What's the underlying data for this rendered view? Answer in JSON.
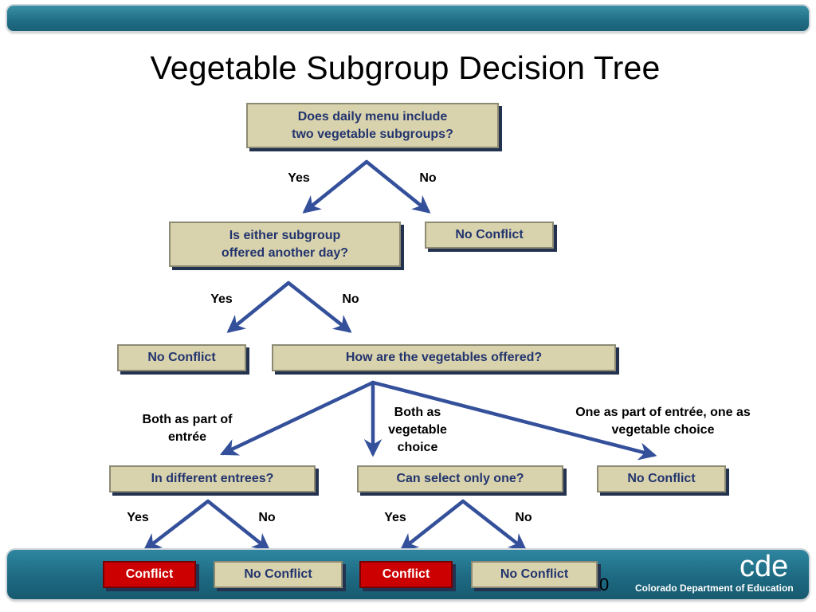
{
  "header": {
    "title": "Vegetable Subgroup Decision Tree"
  },
  "nodes": {
    "q1": "Does daily menu include\ntwo vegetable subgroups?",
    "q2": "Is either subgroup\noffered another day?",
    "no_conflict_1": "No Conflict",
    "no_conflict_2": "No Conflict",
    "q3": "How are the vegetables offered?",
    "q4": "In different entrees?",
    "q5": "Can select only one?",
    "no_conflict_3": "No Conflict",
    "conflict_1": "Conflict",
    "no_conflict_4": "No Conflict",
    "conflict_2": "Conflict",
    "no_conflict_5": "No Conflict"
  },
  "edge_labels": {
    "q1_yes": "Yes",
    "q1_no": "No",
    "q2_yes": "Yes",
    "q2_no": "No",
    "q3_entree": "Both as part of\nentrée",
    "q3_vegetable": "Both as\nvegetable\nchoice",
    "q3_mixed": "One as part of entrée, one as\nvegetable choice",
    "q4_yes": "Yes",
    "q4_no": "No",
    "q5_yes": "Yes",
    "q5_no": "No"
  },
  "footer": {
    "page_number": "0",
    "logo_text": "cde",
    "organization": "Colorado Department of Education"
  },
  "colors": {
    "box_fill": "#d9d3ad",
    "box_text": "#22346e",
    "conflict_fill": "#cc0000",
    "arrow": "#34509a",
    "bar": "#1f6d85"
  }
}
